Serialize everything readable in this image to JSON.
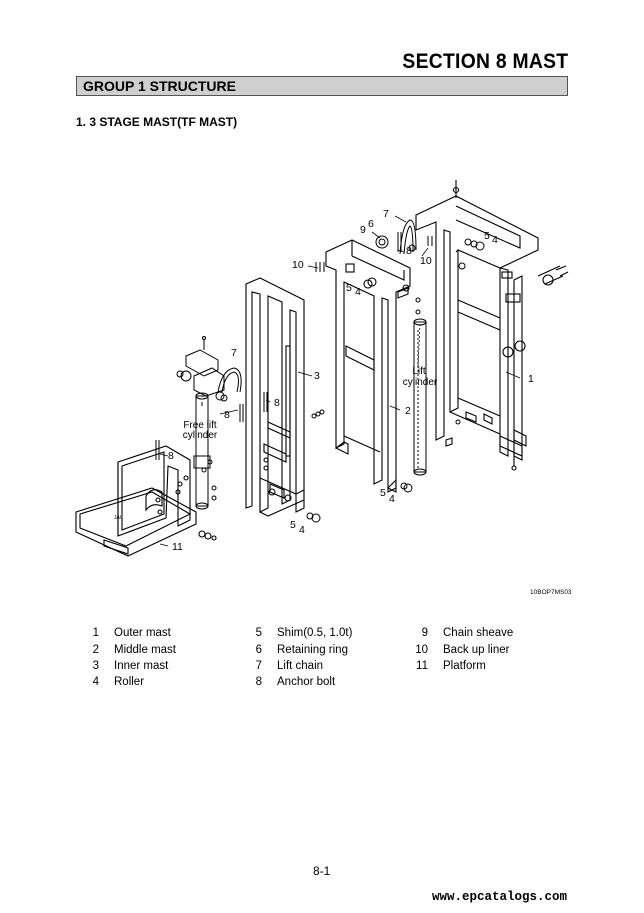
{
  "section_title": "SECTION 8 MAST",
  "group_title": "GROUP 1 STRUCTURE",
  "subsection_title": "1. 3 STAGE MAST(TF MAST)",
  "figure": {
    "code": "10BOP7MS03",
    "callouts": {
      "lift_cylinder": "Lift cylinder",
      "free_lift_cylinder": "Free lift cylinder"
    }
  },
  "legend": [
    {
      "num": "1",
      "name": "Outer mast"
    },
    {
      "num": "2",
      "name": "Middle mast"
    },
    {
      "num": "3",
      "name": "Inner mast"
    },
    {
      "num": "4",
      "name": "Roller"
    },
    {
      "num": "5",
      "name": "Shim(0.5, 1.0t)"
    },
    {
      "num": "6",
      "name": "Retaining ring"
    },
    {
      "num": "7",
      "name": "Lift chain"
    },
    {
      "num": "8",
      "name": "Anchor bolt"
    },
    {
      "num": "9",
      "name": "Chain sheave"
    },
    {
      "num": "10",
      "name": "Back up liner"
    },
    {
      "num": "11",
      "name": "Platform"
    }
  ],
  "page_number": "8-1",
  "watermark": "www.epcatalogs.com"
}
